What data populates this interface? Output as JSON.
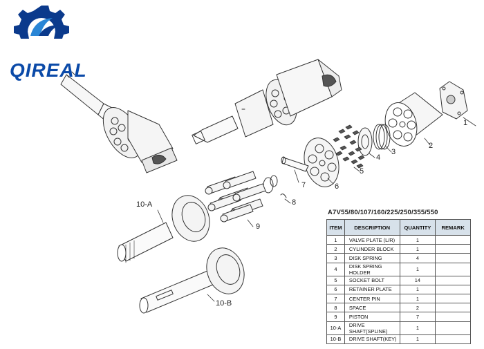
{
  "logo": {
    "text": "QIREAL",
    "colors": {
      "dark": "#0b3a8c",
      "light": "#2a86d6"
    }
  },
  "model_title": "A7V55/80/107/160/225/250/355/550",
  "table": {
    "headers": [
      "ITEM",
      "DESCRIPTION",
      "QUANTITY",
      "REMARK"
    ],
    "rows": [
      [
        "1",
        "VALVE PLATE (L/R)",
        "1",
        ""
      ],
      [
        "2",
        "CYLINDER  BLOCK",
        "1",
        ""
      ],
      [
        "3",
        "DISK SPRING",
        "4",
        ""
      ],
      [
        "4",
        "DISK SPRING HOLDER",
        "1",
        ""
      ],
      [
        "5",
        "SOCKET BOLT",
        "14",
        ""
      ],
      [
        "6",
        "RETAINER PLATE",
        "1",
        ""
      ],
      [
        "7",
        "CENTER PIN",
        "1",
        ""
      ],
      [
        "8",
        "SPACE",
        "2",
        ""
      ],
      [
        "9",
        "PISTON",
        "7",
        ""
      ],
      [
        "10-A",
        "DRIVE SHAFT(SPLINE)",
        "1",
        ""
      ],
      [
        "10-B",
        "DRIVE SHAFT(KEY)",
        "1",
        ""
      ]
    ]
  },
  "callouts": {
    "c1": "1",
    "c2": "2",
    "c3": "3",
    "c4": "4",
    "c5": "5",
    "c6": "6",
    "c7": "7",
    "c8": "8",
    "c9": "9",
    "c10a": "10-A",
    "c10b": "10-B"
  }
}
